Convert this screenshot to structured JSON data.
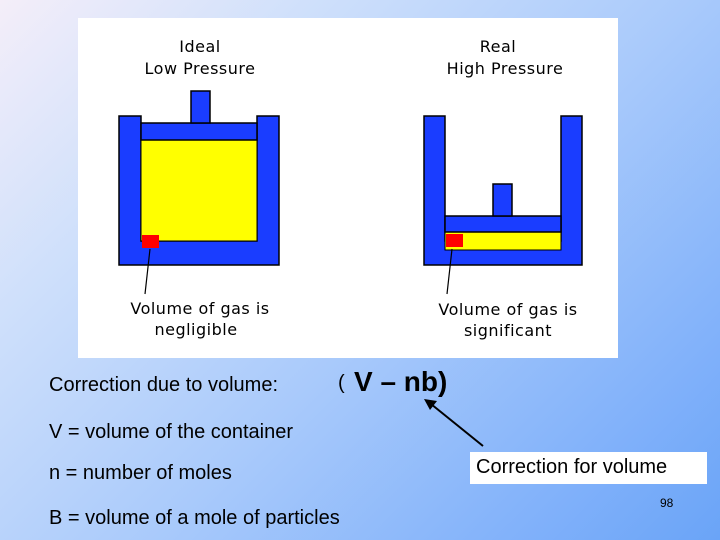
{
  "diagram": {
    "ideal_title_line1": "Ideal",
    "ideal_title_line2": "Low Pressure",
    "real_title_line1": "Real",
    "real_title_line2": "High Pressure",
    "ideal_caption_line1": "Volume of gas is",
    "ideal_caption_line2": "negligible",
    "real_caption_line1": "Volume of gas is",
    "real_caption_line2": "significant"
  },
  "equation": {
    "label": "Correction due to volume:",
    "open_paren": "(",
    "expression": "V – nb)"
  },
  "definitions": {
    "v": "V = volume of the container",
    "n": "n = number of moles",
    "b": "B = volume of a mole of particles"
  },
  "callout": {
    "label": "Correction for volume"
  },
  "page_number": "98",
  "colors": {
    "container_blue": "#1a3dff",
    "gas_yellow": "#ffff00",
    "particle_red": "#ff0000",
    "panel_white": "#ffffff"
  }
}
